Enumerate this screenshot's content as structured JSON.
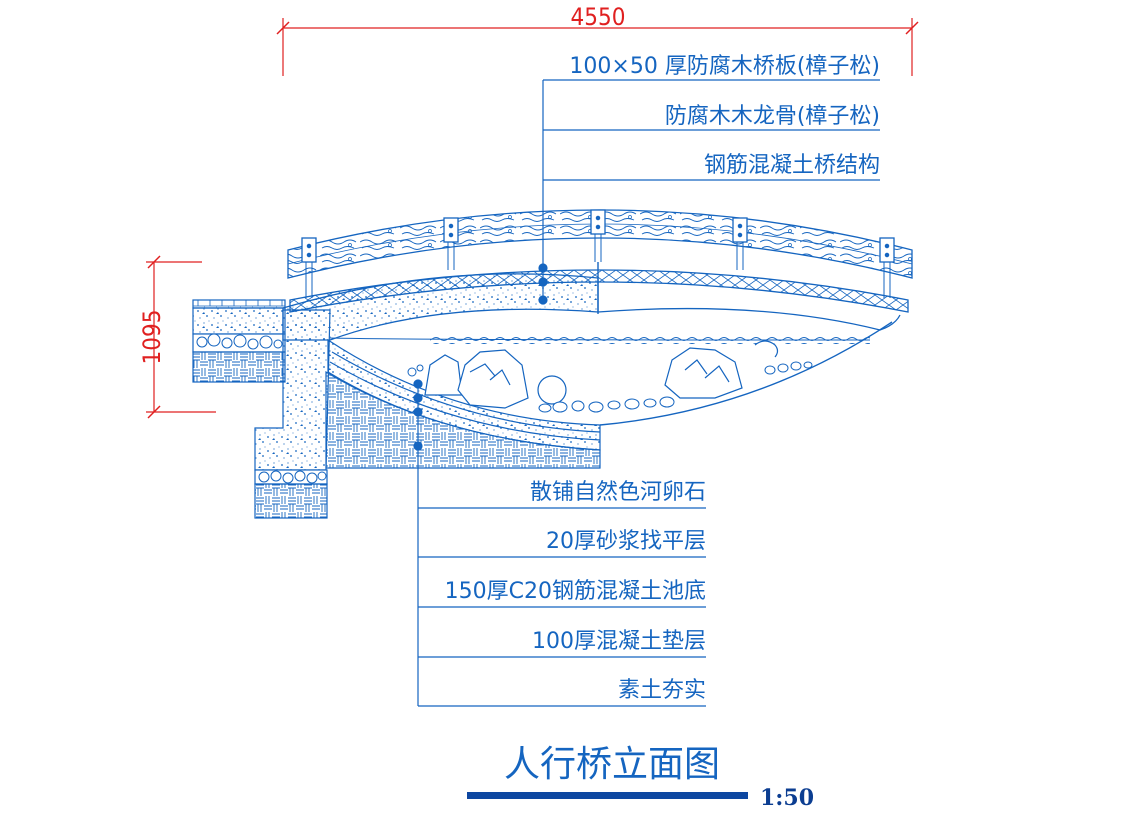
{
  "dimensions": {
    "span": "4550",
    "height": "1095"
  },
  "labels_top": [
    "100×50 厚防腐木桥板(樟子松)",
    "防腐木木龙骨(樟子松)",
    "钢筋混凝土桥结构"
  ],
  "labels_bottom": [
    "散铺自然色河卵石",
    "20厚砂浆找平层",
    "150厚C20钢筋混凝土池底",
    "100厚混凝土垫层",
    "素土夯实"
  ],
  "title": "人行桥立面图",
  "scale": "1:50",
  "colors": {
    "line": "#1565c0",
    "dim": "#e02020",
    "scale_bar": "#0d47a1"
  }
}
